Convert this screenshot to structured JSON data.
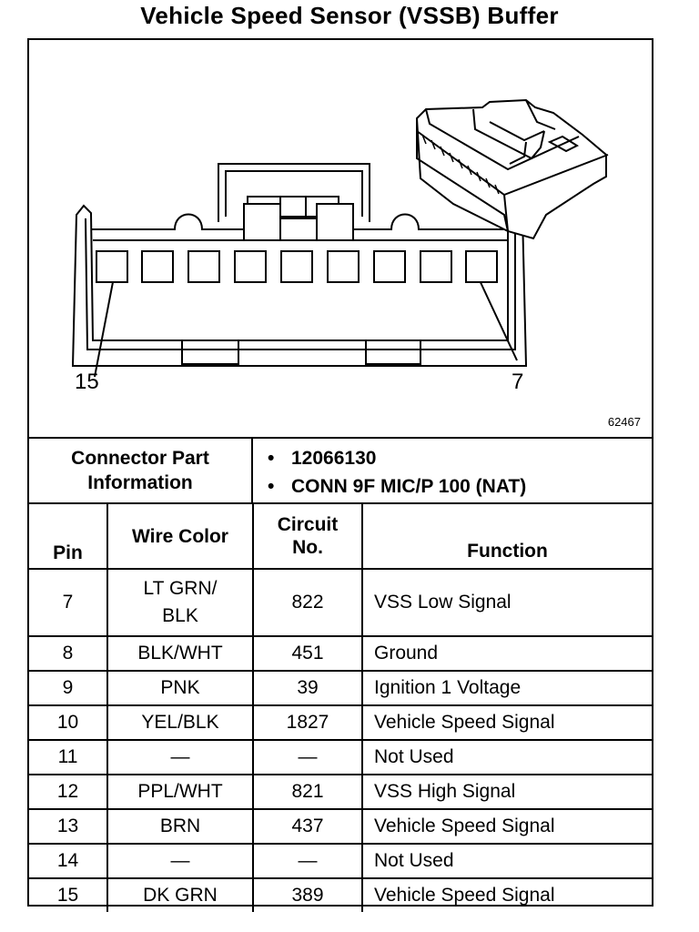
{
  "title": "Vehicle Speed Sensor (VSSB) Buffer",
  "diagram": {
    "pin_label_left": "15",
    "pin_label_right": "7",
    "figure_number": "62467"
  },
  "connector_info": {
    "label": "Connector Part Information",
    "values": [
      "12066130",
      "CONN 9F MIC/P 100 (NAT)"
    ]
  },
  "table": {
    "headers": {
      "pin": "Pin",
      "wire_color": "Wire Color",
      "circuit_no": "Circuit No.",
      "function": "Function"
    },
    "rows": [
      {
        "pin": "7",
        "wire_color": "LT GRN/ BLK",
        "circuit": "822",
        "function": "VSS Low Signal"
      },
      {
        "pin": "8",
        "wire_color": "BLK/WHT",
        "circuit": "451",
        "function": "Ground"
      },
      {
        "pin": "9",
        "wire_color": "PNK",
        "circuit": "39",
        "function": "Ignition 1 Voltage"
      },
      {
        "pin": "10",
        "wire_color": "YEL/BLK",
        "circuit": "1827",
        "function": "Vehicle Speed Signal"
      },
      {
        "pin": "11",
        "wire_color": "—",
        "circuit": "—",
        "function": "Not Used"
      },
      {
        "pin": "12",
        "wire_color": "PPL/WHT",
        "circuit": "821",
        "function": "VSS High Signal"
      },
      {
        "pin": "13",
        "wire_color": "BRN",
        "circuit": "437",
        "function": "Vehicle Speed Signal"
      },
      {
        "pin": "14",
        "wire_color": "—",
        "circuit": "—",
        "function": "Not Used"
      },
      {
        "pin": "15",
        "wire_color": "DK GRN",
        "circuit": "389",
        "function": "Vehicle Speed Signal"
      }
    ]
  }
}
